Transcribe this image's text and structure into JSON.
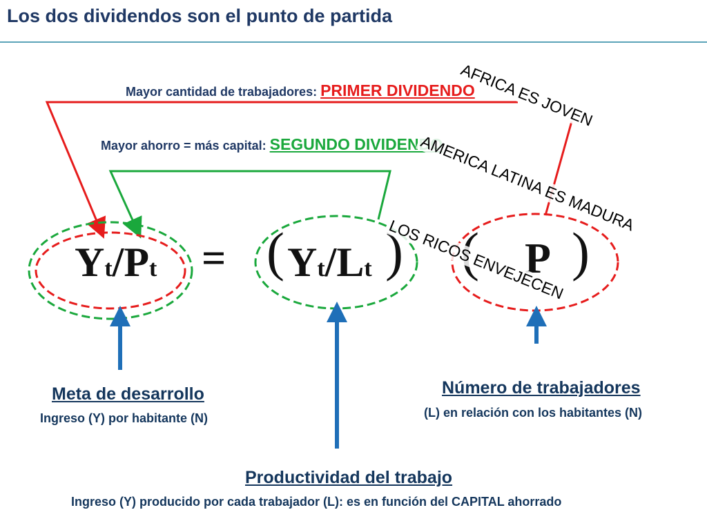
{
  "title": "Los dos dividendos son el punto de partida",
  "top_labels": {
    "first_prefix": "Mayor cantidad de trabajadores:",
    "first_highlight": "PRIMER DIVIDENDO",
    "second_prefix": "Mayor ahorro = más capital:",
    "second_highlight": "SEGUNDO DIVIDENDO"
  },
  "equation": {
    "left_Y": "Y",
    "left_sub1": "t",
    "left_slash": "/P",
    "left_sub2": "t",
    "equals": "=",
    "open_paren": "(",
    "mid_Y": "Y",
    "mid_sub1": "t",
    "mid_slash": "/L",
    "mid_sub2": "t",
    "close_paren": ")",
    "right_open": "(",
    "right_partial": "P",
    "right_close": ")"
  },
  "overlays": {
    "africa": "AFRICA  ES JOVEN",
    "america": "AMERICA LATINA ES MADURA",
    "ricos": "LOS RICOS ENVEJECEN"
  },
  "bottom": {
    "meta_title": "Meta de desarrollo",
    "meta_desc": "Ingreso (Y) por habitante (N)",
    "numero_title": "Número de trabajadores",
    "numero_desc": "(L) en relación con los habitantes  (N)",
    "prod_title": "Productividad del trabajo",
    "prod_desc": "Ingreso (Y) producido por cada trabajador (L): es en función del CAPITAL ahorrado"
  },
  "colors": {
    "red": "#e61c1c",
    "green": "#1aa83c",
    "blue": "#1f6fb8",
    "navy": "#1f3864"
  }
}
